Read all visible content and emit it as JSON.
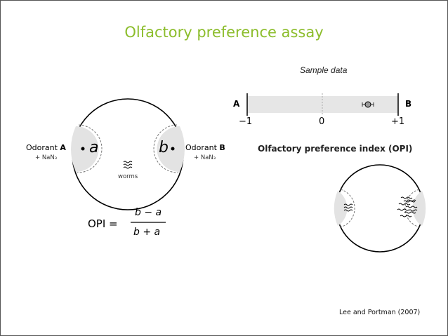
{
  "title": "Olfactory preference assay",
  "left_plate": {
    "odorant_a_prefix": "Odorant ",
    "odorant_a_bold": "A",
    "odorant_a_additive": "+ NaN₃",
    "odorant_b_prefix": "Odorant ",
    "odorant_b_bold": "B",
    "odorant_b_additive": "+ NaN₃",
    "zone_a_letter": "a",
    "zone_b_letter": "b",
    "worms_label": "worms"
  },
  "formula": {
    "lhs": "OPI =",
    "numerator": "b − a",
    "denominator": "b + a"
  },
  "sample_panel": {
    "heading": "Sample data",
    "end_a": "A",
    "end_b": "B",
    "ticks": [
      "−1",
      "0",
      "+1"
    ],
    "axis_label": "Olfactory preference index (OPI)"
  },
  "chart_data": {
    "type": "scatter",
    "x": [
      0.6
    ],
    "xlim": [
      -1,
      1
    ],
    "xlabel": "Olfactory preference index (OPI)",
    "title": "Sample data",
    "grid": false
  },
  "citation": "Lee and Portman (2007)",
  "colors": {
    "title": "#8cbd2c",
    "zone_fill": "#e3e3e3",
    "bar_fill": "#e6e6e6"
  }
}
